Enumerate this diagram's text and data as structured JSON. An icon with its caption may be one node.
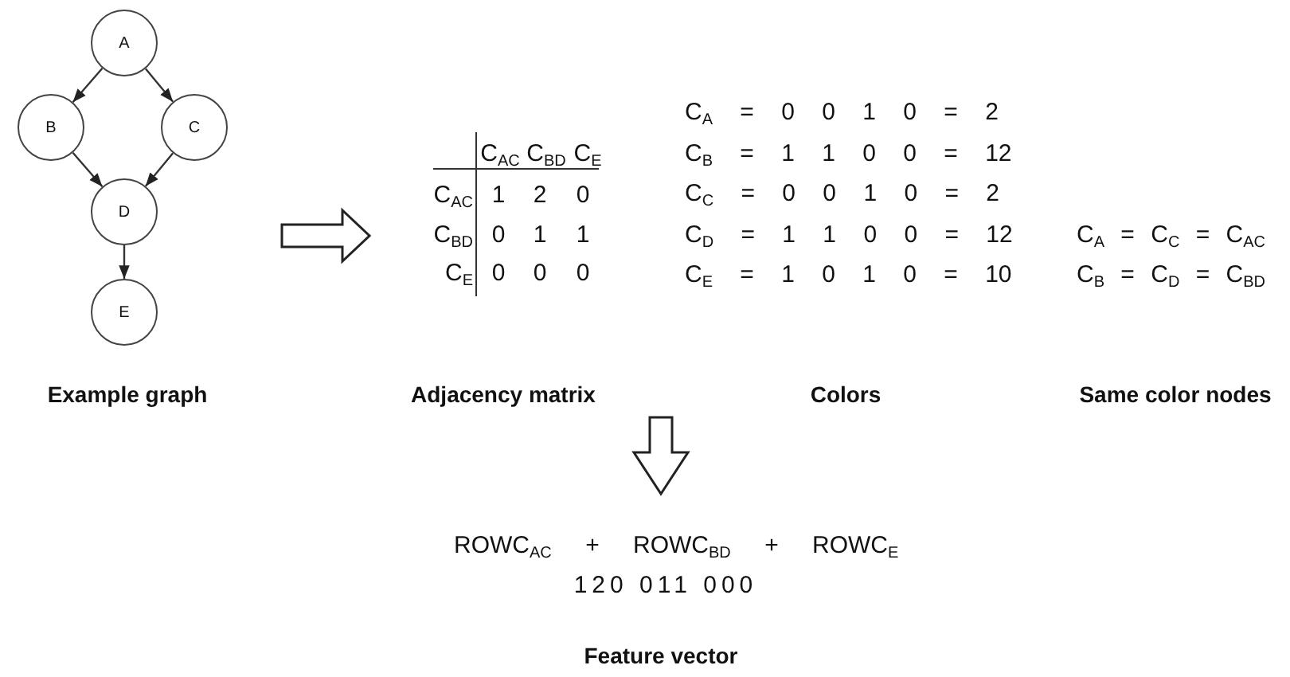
{
  "diagram": {
    "nodes": [
      {
        "text": [
          "A"
        ]
      },
      {
        "text": [
          "B"
        ]
      },
      {
        "text": [
          "C"
        ]
      },
      {
        "text": [
          "D"
        ]
      },
      {
        "text": [
          "E"
        ]
      }
    ],
    "edges": [
      {
        "from": 0,
        "to": 1,
        "arrow": "to"
      },
      {
        "from": 0,
        "to": 2,
        "arrow": "to"
      },
      {
        "from": 1,
        "to": 3,
        "arrow": "to"
      },
      {
        "from": 2,
        "to": 3,
        "arrow": "to"
      },
      {
        "from": 3,
        "to": 4,
        "arrow": "to"
      }
    ],
    "labels": [
      "Example graph",
      "C$_{AC}$",
      "C$_{BD}$",
      "C$_{E}$",
      "C$_{AC}$",
      "1",
      "2",
      "0",
      "C$_{BD}$",
      "0",
      "1",
      "1",
      "C$_{E}$",
      "0",
      "0",
      "0",
      "Adjacency matrix",
      "C$_{A}$ = 0 0 1 0 = 2",
      "C$_{B}$ = 1 1 0 0 = 12",
      "C$_{C}$ = 0 0 1 0 = 2",
      "C$_{D}$ = 1 1 0 0 = 12",
      "C$_{E}$ = 1 0 1 0 = 10",
      "Colors",
      "C$_{A}$ = C$_{C}$ = C$_{AC}$",
      "C$_{B}$ = C$_{D}$ = C$_{BD}$",
      "Same color nodes",
      "ROWC$_{AC}$ + ROWC$_{BD}$ + ROWC$_{E}$",
      "120 011 000",
      "Feature vector"
    ]
  }
}
